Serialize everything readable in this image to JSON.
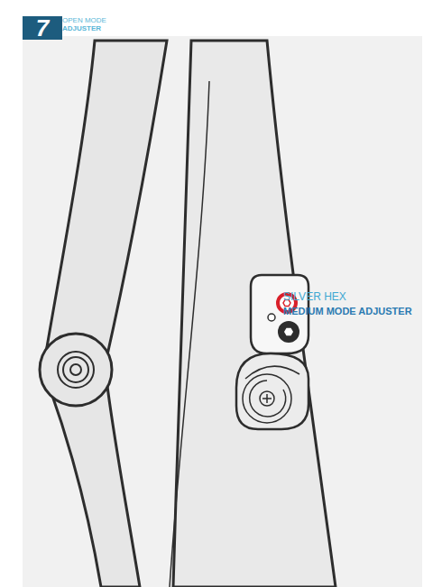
{
  "diagram": {
    "nodes": [
      {
        "text": [
          "7"
        ]
      }
    ],
    "labels": [
      "OPEN MODE",
      "ADJUSTER",
      "SILVER HEX",
      "MEDIUM MODE ADJUSTER"
    ]
  }
}
